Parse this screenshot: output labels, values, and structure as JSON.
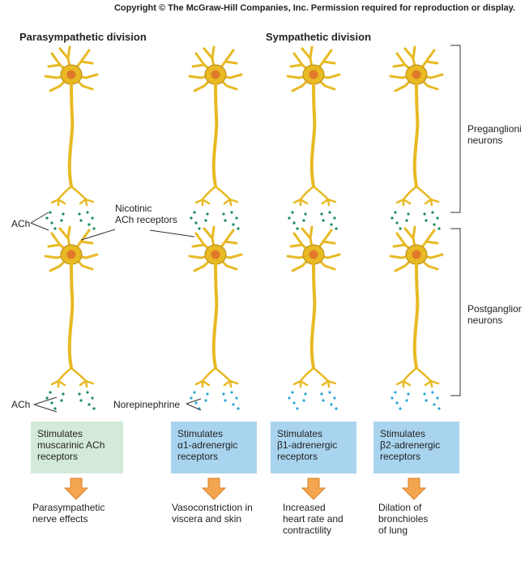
{
  "copyright": "Copyright © The McGraw-Hill Companies, Inc. Permission required for reproduction or display.",
  "headings": {
    "parasympathetic": "Parasympathetic division",
    "sympathetic": "Sympathetic division"
  },
  "labels": {
    "ach_top": "ACh",
    "ach_bottom": "ACh",
    "nicotinic_line1": "Nicotinic",
    "nicotinic_line2": "ACh receptors",
    "norepinephrine": "Norepinephrine",
    "preganglionic_line1": "Preganglioni",
    "preganglionic_line2": "neurons",
    "postganglionic_line1": "Postganglior",
    "postganglionic_line2": "neurons"
  },
  "receptor_boxes": [
    {
      "line1": "Stimulates",
      "line2": "muscarinic ACh",
      "line3": "receptors",
      "color": "#d4ead8"
    },
    {
      "line1": "Stimulates",
      "line2": "α1-adrenergic",
      "line3": "receptors",
      "color": "#a9d4ef"
    },
    {
      "line1": "Stimulates",
      "line2": "β1-adrenergic",
      "line3": "receptors",
      "color": "#a9d4ef"
    },
    {
      "line1": "Stimulates",
      "line2": "β2-adrenergic",
      "line3": "receptors",
      "color": "#a9d4ef"
    }
  ],
  "effects": [
    {
      "line1": "Parasympathetic",
      "line2": "nerve effects",
      "line3": ""
    },
    {
      "line1": "Vasoconstriction in",
      "line2": "viscera and skin",
      "line3": ""
    },
    {
      "line1": "Increased",
      "line2": "heart rate and",
      "line3": "contractility"
    },
    {
      "line1": "Dilation of",
      "line2": "bronchioles",
      "line3": "of lung"
    }
  ],
  "colors": {
    "neuron": "#e8b923",
    "neuron_outline": "#b58a10",
    "nucleus": "#e07a2a",
    "ach_dot": "#1a8a5a",
    "norepinephrine_dot": "#2aa7d8",
    "arrow": "#f4a550",
    "arrow_outline": "#d9822b"
  }
}
